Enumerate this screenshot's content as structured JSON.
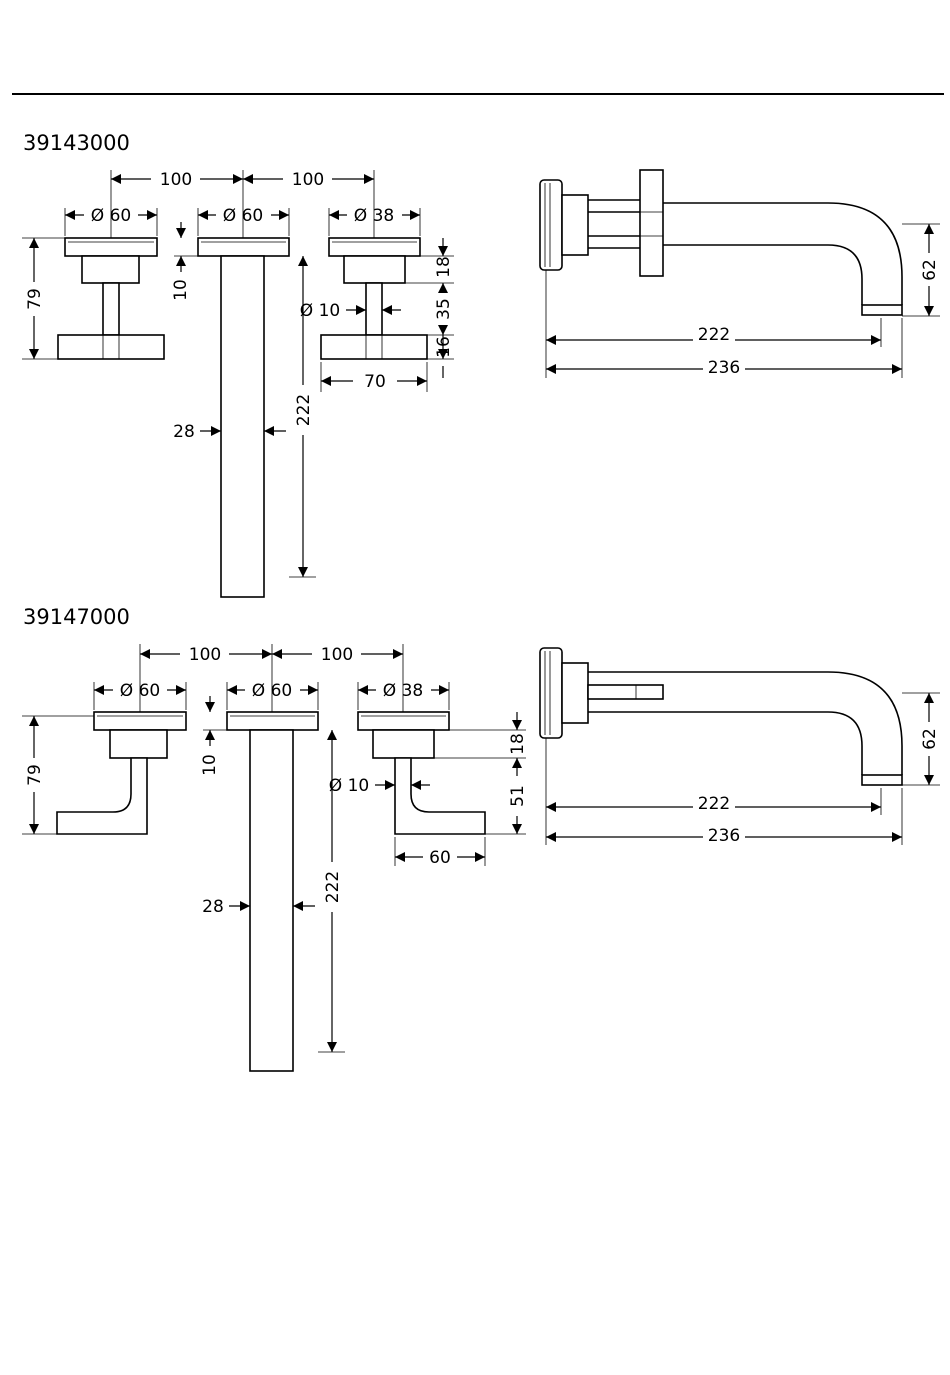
{
  "sections": [
    {
      "model": "39143000",
      "front": {
        "spacing_left": "100",
        "spacing_right": "100",
        "left_diameter": "Ø 60",
        "center_diameter": "Ø 60",
        "right_diameter": "Ø 38",
        "plate_thickness": "10",
        "height": "79",
        "rosette_height": "18",
        "spindle_length": "35",
        "handle_thickness": "16",
        "spindle_diameter": "Ø 10",
        "handle_length": "70",
        "spout_width": "28",
        "spout_length": "222"
      },
      "side": {
        "spout_height": "62",
        "projection": "222",
        "total_depth": "236"
      }
    },
    {
      "model": "39147000",
      "front": {
        "spacing_left": "100",
        "spacing_right": "100",
        "left_diameter": "Ø 60",
        "center_diameter": "Ø 60",
        "right_diameter": "Ø 38",
        "plate_thickness": "10",
        "height": "79",
        "rosette_height": "18",
        "lever_height": "51",
        "spindle_diameter": "Ø 10",
        "lever_length": "60",
        "spout_width": "28",
        "spout_length": "222"
      },
      "side": {
        "spout_height": "62",
        "projection": "222",
        "total_depth": "236"
      }
    }
  ]
}
